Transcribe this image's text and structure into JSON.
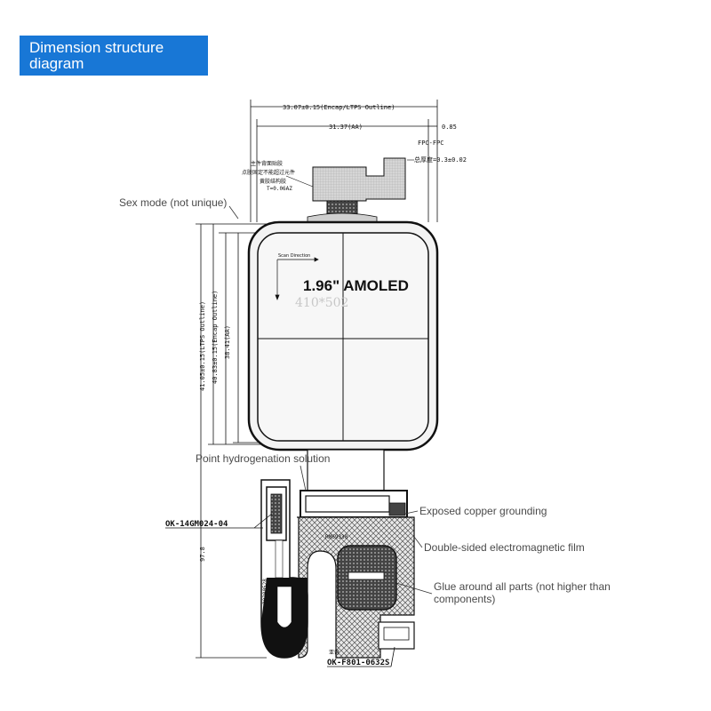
{
  "title": {
    "line1": "Dimension structure",
    "line2": "diagram"
  },
  "screen": {
    "size_label": "1.96\" AMOLED",
    "resolution_label": "410*502",
    "scan_direction_label": "Scan Direction"
  },
  "dimensions": {
    "top_width": "33.07±0.15(Encap/LTPS Outline)",
    "aa_width": "31.37(AA)",
    "right_offset": "0.85",
    "total_height": "97.8",
    "outline_height": "41.05±0.15(LTPS Outline)",
    "encap_height": "40.83±0.15(Encap Outline)",
    "aa_height": "38.41(AA)",
    "fpc_thickness": "总厚度=0.3±0.02",
    "fpc_label": "FPC-FPC"
  },
  "fpc_note": {
    "line1": "主件背面贴胶",
    "line2": "点胶固定不能超过元件",
    "line3": "黄胶结构胶",
    "line4": "T=0.06AZ"
  },
  "part_numbers": {
    "left_connector": "OK-14GM024-04",
    "bottom_connector": "OK-F801-0632S",
    "bottom_cn": "亚奇",
    "ic_label": "RM69330",
    "flex_label": "20200528"
  },
  "annotations": {
    "sex_mode": "Sex mode (not unique)",
    "point_hydrogenation": "Point hydrogenation solution",
    "exposed_copper": "Exposed copper grounding",
    "double_sided_film": "Double-sided electromagnetic film",
    "glue_line1": "Glue around all parts (not higher than",
    "glue_line2": "components)"
  },
  "colors": {
    "title_bg": "#1877d6",
    "title_text": "#ffffff",
    "annotation_text": "#4a4a4a",
    "line": "#111111"
  }
}
